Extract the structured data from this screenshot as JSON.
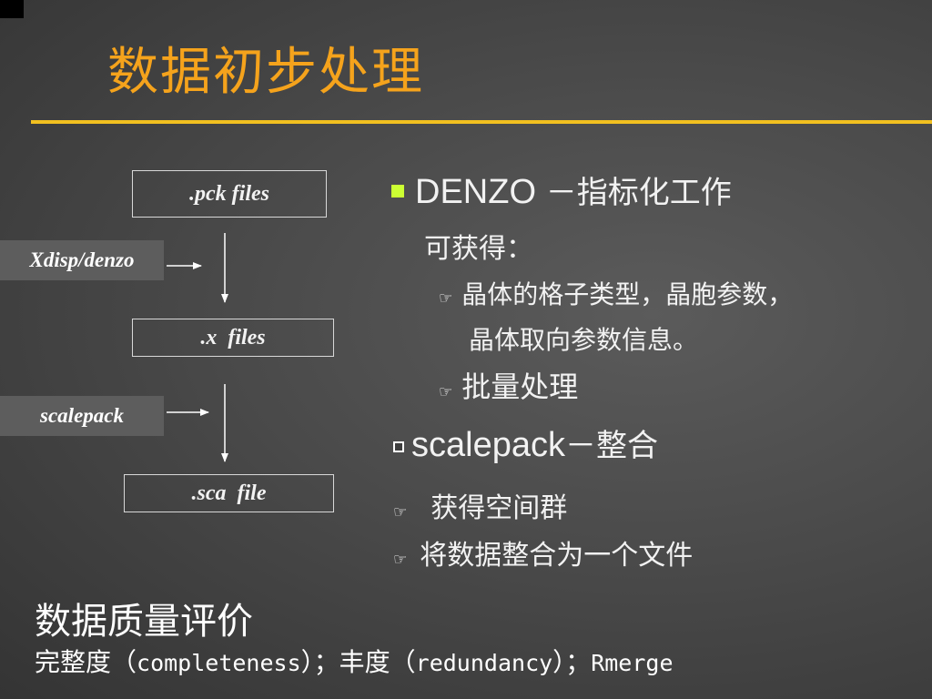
{
  "slide": {
    "title": "数据初步处理",
    "flow": {
      "pck_files": ".pck files",
      "x_files": ".x  files",
      "sca_file": ".sca  file",
      "xdisp_label": "Xdisp/denzo",
      "scalepack_label": "scalepack"
    },
    "denzo": {
      "head": "DENZO",
      "dash_rest": " －指标化工作",
      "line2": "可获得：",
      "sub1_line1": "晶体的格子类型，晶胞参数，",
      "sub1_line2": "晶体取向参数信息。",
      "sub2": "批量处理"
    },
    "scalepack": {
      "head": "scalepack",
      "rest": "－整合",
      "sub1": "获得空间群",
      "sub2": "将数据整合为一个文件"
    },
    "quality": {
      "title": "数据质量评价",
      "part1": "完整度（",
      "term1": "completeness",
      "part2": "）；丰度（",
      "term2": "redundancy",
      "part3": "）；",
      "term3": "Rmerge"
    },
    "colors": {
      "title": "#f5a31c",
      "rule": "#f2c020",
      "bullet": "#ccff33"
    },
    "icons": {
      "pointer": "pointing-hand-icon",
      "square": "square-bullet-icon",
      "hollow_square": "hollow-square-bullet-icon"
    }
  }
}
